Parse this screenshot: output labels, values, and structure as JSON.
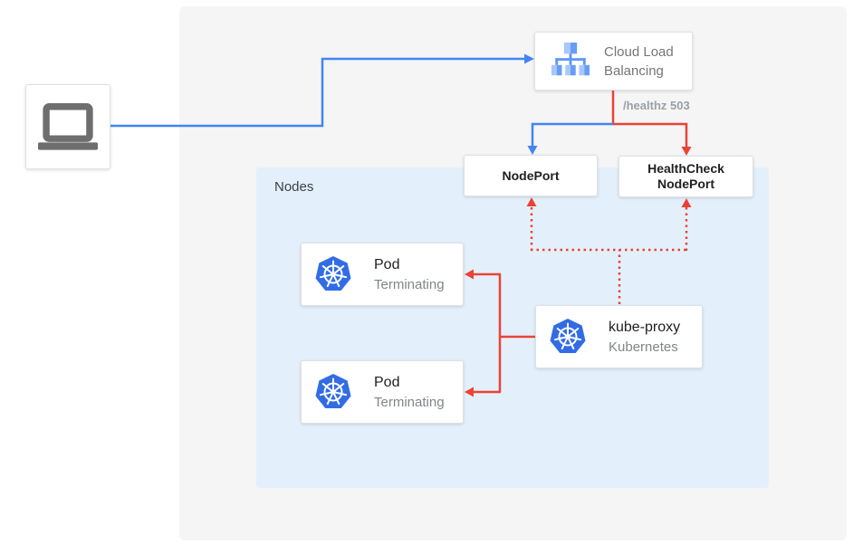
{
  "colors": {
    "blue": "#4285f4",
    "red": "#ea4335",
    "canvas_bg": "#f5f5f6",
    "nodes_bg": "#e3f0fc",
    "kubernetes_blue": "#326ce5",
    "text_dark": "#202124",
    "text_gray": "#80868b"
  },
  "client": {
    "icon": "laptop-icon"
  },
  "clb": {
    "label": "Cloud Load Balancing",
    "icon": "load-balancer-icon"
  },
  "nodeport": {
    "label": "NodePort"
  },
  "healthcheck_nodeport": {
    "label": "HealthCheck NodePort"
  },
  "nodes_group": {
    "label": "Nodes"
  },
  "pods": [
    {
      "title": "Pod",
      "subtitle": "Terminating",
      "icon": "kubernetes-icon"
    },
    {
      "title": "Pod",
      "subtitle": "Terminating",
      "icon": "kubernetes-icon"
    }
  ],
  "kube_proxy": {
    "title": "kube-proxy",
    "subtitle": "Kubernetes",
    "icon": "kubernetes-icon"
  },
  "edges": [
    {
      "from": "client",
      "to": "cloud-load-balancing",
      "style": "solid",
      "color": "blue",
      "label": ""
    },
    {
      "from": "cloud-load-balancing",
      "to": "nodeport",
      "style": "solid",
      "color": "blue",
      "label": ""
    },
    {
      "from": "cloud-load-balancing",
      "to": "healthcheck-nodeport",
      "style": "solid",
      "color": "red",
      "label": "/healthz 503"
    },
    {
      "from": "kube-proxy",
      "to": "pod-1",
      "style": "solid",
      "color": "red",
      "label": ""
    },
    {
      "from": "kube-proxy",
      "to": "pod-2",
      "style": "solid",
      "color": "red",
      "label": ""
    },
    {
      "from": "kube-proxy",
      "to": "nodeport",
      "style": "dotted",
      "color": "red",
      "label": ""
    },
    {
      "from": "kube-proxy",
      "to": "healthcheck-nodeport",
      "style": "dotted",
      "color": "red",
      "label": ""
    }
  ]
}
